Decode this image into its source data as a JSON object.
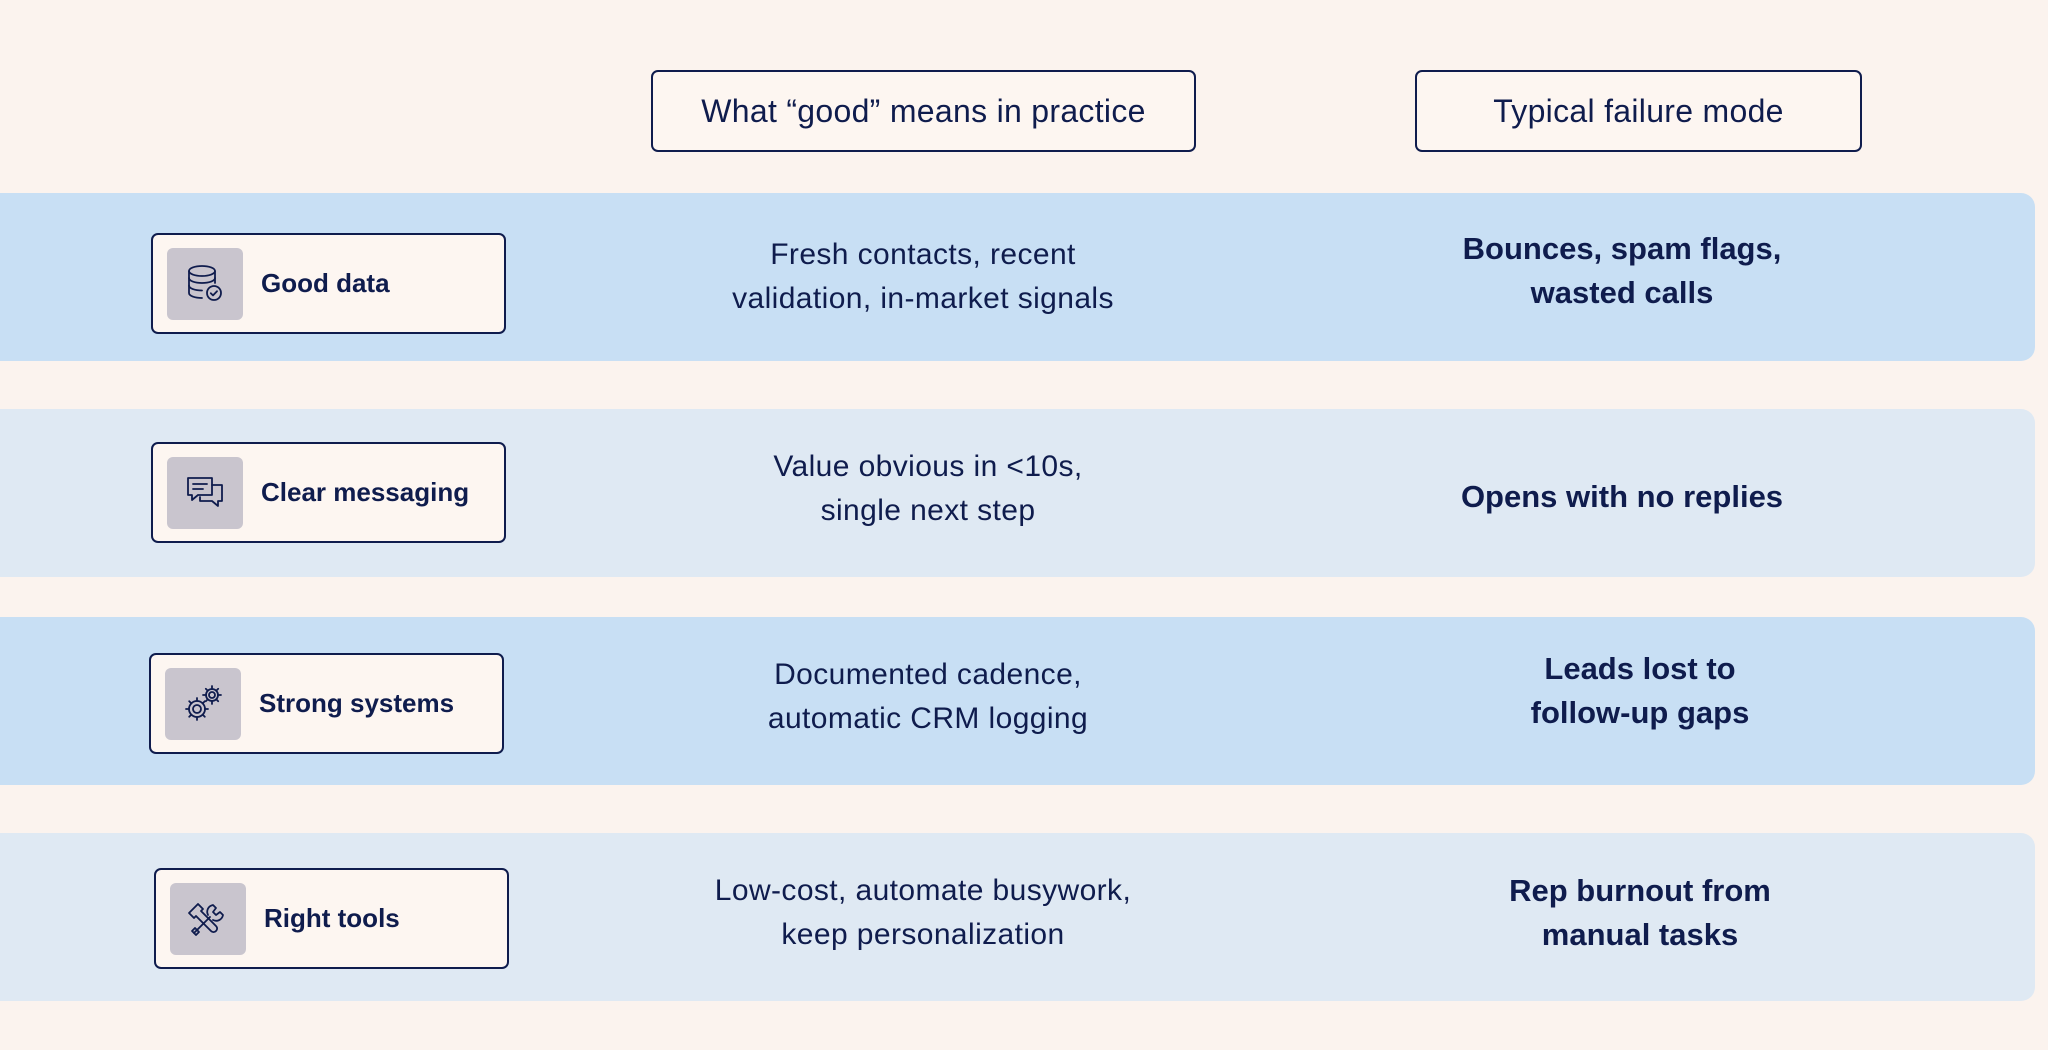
{
  "headers": {
    "practice": "What “good” means in practice",
    "failure": "Typical failure mode"
  },
  "rows": [
    {
      "label": "Good data",
      "icon": "database-check-icon",
      "practice": [
        "Fresh contacts, recent",
        "validation, in-market signals"
      ],
      "failure": [
        "Bounces, spam flags,",
        "wasted calls"
      ]
    },
    {
      "label": "Clear messaging",
      "icon": "chat-bubbles-icon",
      "practice": [
        "Value obvious in <10s,",
        "single next step"
      ],
      "failure": [
        "Opens with no replies"
      ]
    },
    {
      "label": "Strong systems",
      "icon": "gears-icon",
      "practice": [
        "Documented cadence,",
        "automatic CRM logging"
      ],
      "failure": [
        "Leads lost to",
        "follow-up gaps"
      ]
    },
    {
      "label": "Right tools",
      "icon": "wrench-hammer-icon",
      "practice": [
        "Low-cost, automate busywork,",
        "keep personalization"
      ],
      "failure": [
        "Rep burnout from",
        "manual tasks"
      ]
    }
  ],
  "colors": {
    "background": "#fbf3ee",
    "band_dark": "#c8dff4",
    "band_light": "#dfe9f3",
    "text": "#0f1c4d",
    "icon_tile": "#c9c5ce"
  }
}
